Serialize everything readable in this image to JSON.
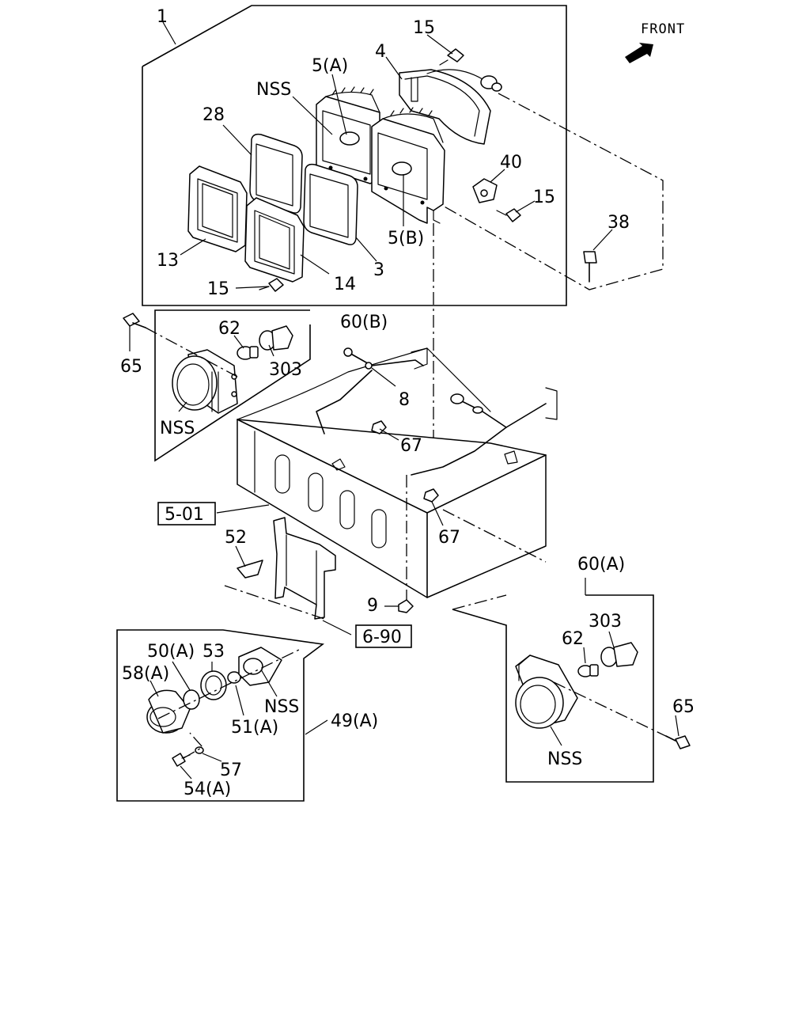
{
  "front_label": "FRONT",
  "callouts": {
    "c1": "1",
    "c15a": "15",
    "c4": "4",
    "c5a": "5(A)",
    "cnss1": "NSS",
    "c28": "28",
    "c40": "40",
    "c15b": "15",
    "c38": "38",
    "c5b": "5(B)",
    "c13": "13",
    "c3": "3",
    "c14": "14",
    "c15c": "15",
    "c60b": "60(B)",
    "c62a": "62",
    "c65a": "65",
    "c303a": "303",
    "c8": "8",
    "cnss2": "NSS",
    "c67a": "67",
    "c501": "5-01",
    "c52": "52",
    "c67b": "67",
    "c60a": "60(A)",
    "c9": "9",
    "c303b": "303",
    "c690": "6-90",
    "c62b": "62",
    "c50a": "50(A)",
    "c53": "53",
    "c58a": "58(A)",
    "cnss3": "NSS",
    "c65b": "65",
    "c51a": "51(A)",
    "c49a": "49(A)",
    "c57": "57",
    "cnss4": "NSS",
    "c54a": "54(A)"
  }
}
